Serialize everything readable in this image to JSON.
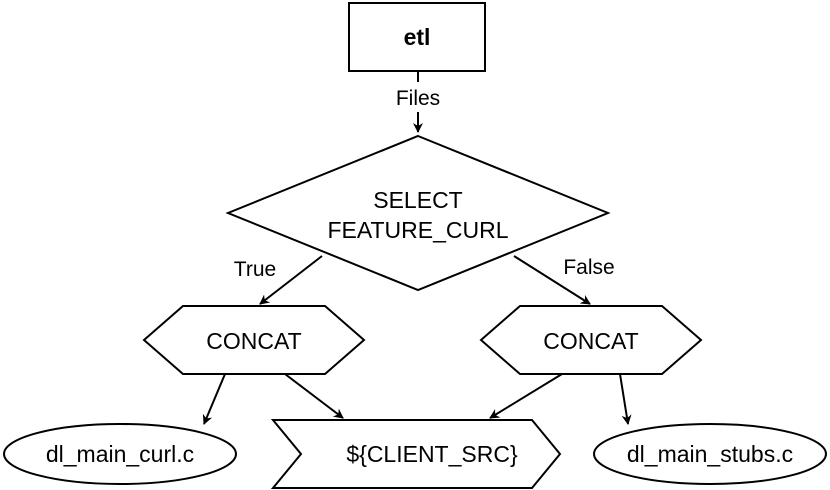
{
  "nodes": {
    "etl": "etl",
    "select_line1": "SELECT",
    "select_line2": "FEATURE_CURL",
    "concat_left": "CONCAT",
    "concat_right": "CONCAT",
    "curl_file": "dl_main_curl.c",
    "client_src": "${CLIENT_SRC}",
    "stubs_file": "dl_main_stubs.c"
  },
  "edges": {
    "files": "Files",
    "true": "True",
    "false": "False"
  },
  "colors": {
    "stroke": "#000000",
    "fill": "#ffffff"
  }
}
